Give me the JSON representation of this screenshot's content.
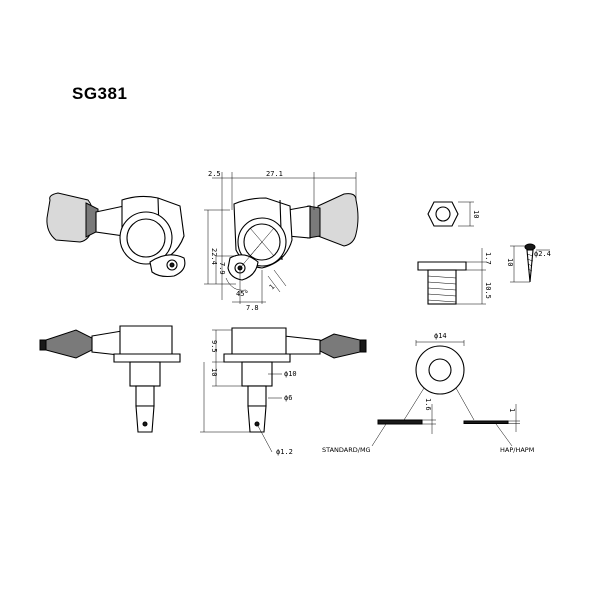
{
  "title": "SG381",
  "dimensions": {
    "top_offset": "2.5",
    "top_width": "27.1",
    "height_a": "22.4",
    "height_b": "7.9",
    "angle": "45°",
    "hole_offset": "7.8",
    "hole_small": "1",
    "nut_width": "10",
    "bushing_a": "1.7",
    "bushing_b": "10.5",
    "screw_len": "10",
    "screw_dia": "ϕ2.4",
    "side_top": "9.5",
    "side_mid": "10",
    "post_dia": "ϕ10",
    "shaft_dia": "ϕ6",
    "hole_dia": "ϕ1.2",
    "washer_dia": "ϕ14",
    "washer_std": "1.6",
    "washer_hap": "1"
  },
  "labels": {
    "standard": "STANDARD/MG",
    "hap": "HAP/HAPM"
  }
}
